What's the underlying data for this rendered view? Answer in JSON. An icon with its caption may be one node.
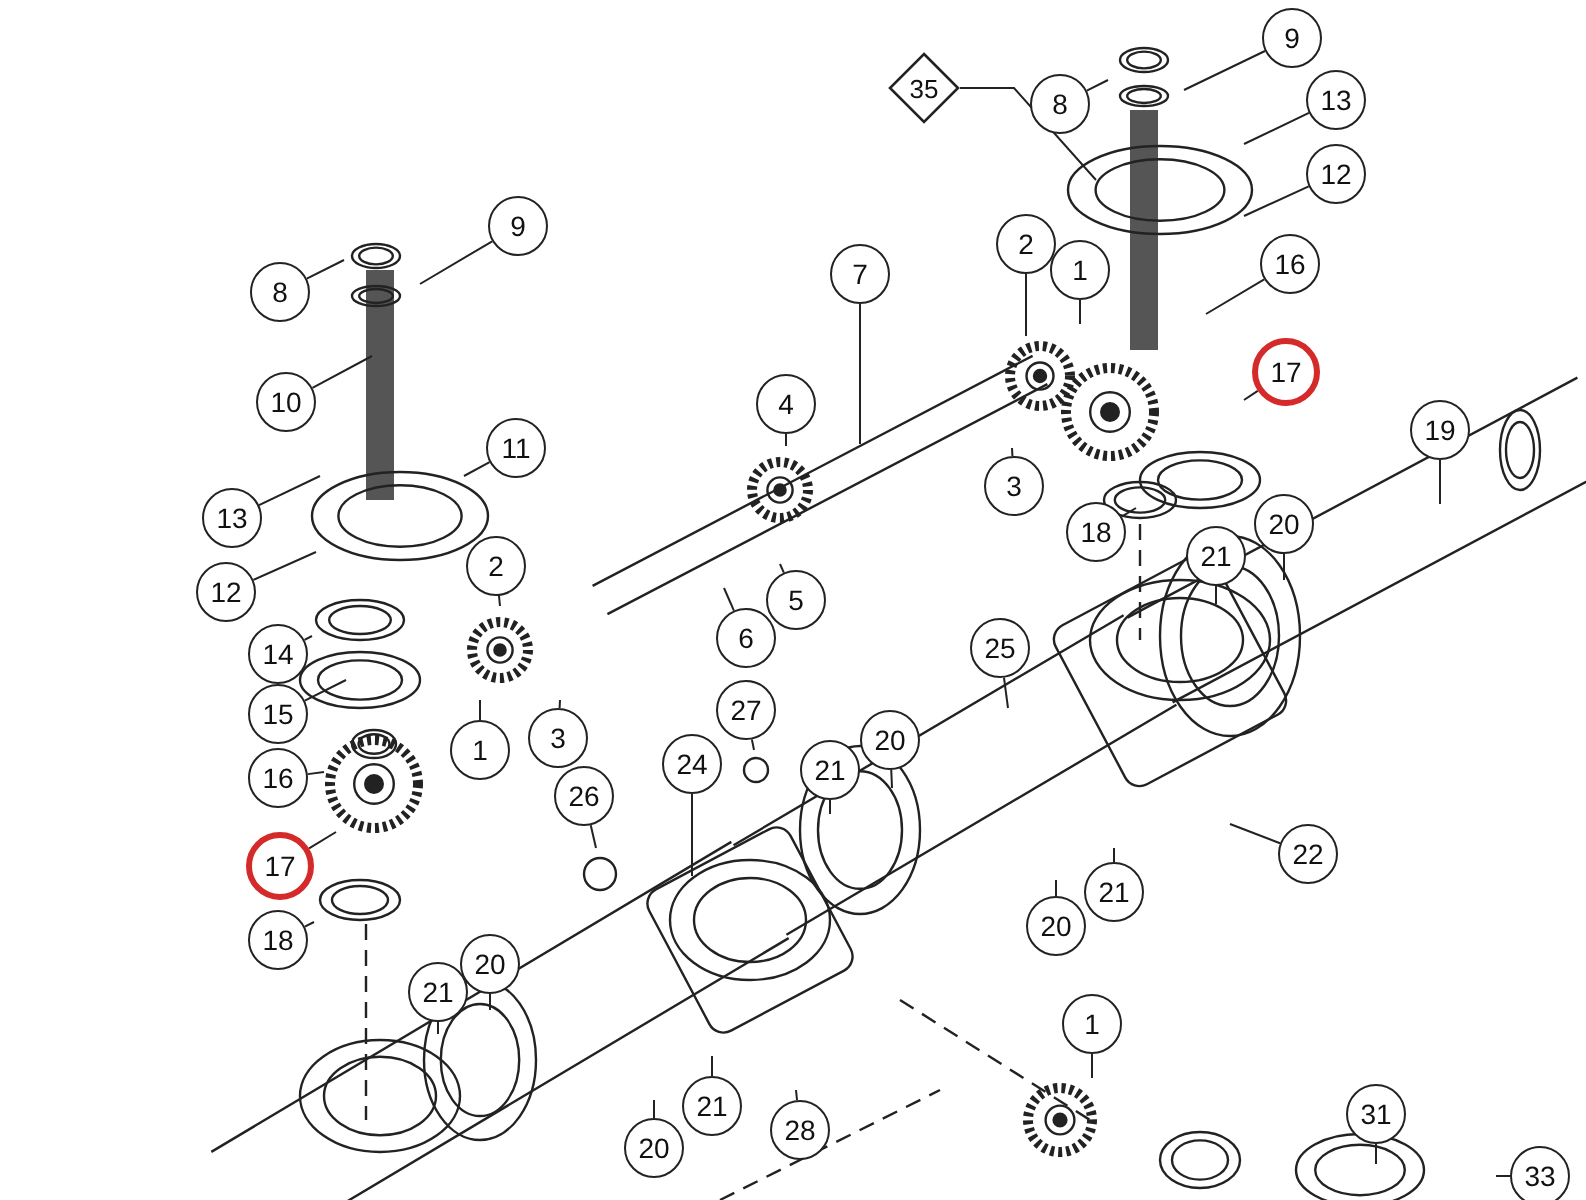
{
  "diagram": {
    "nodes": [
      {
        "text": [
          "9"
        ]
      },
      {
        "text": [
          "8"
        ]
      },
      {
        "text": [
          "35"
        ]
      },
      {
        "text": [
          "13"
        ]
      },
      {
        "text": [
          "12"
        ]
      },
      {
        "text": [
          "9"
        ]
      },
      {
        "text": [
          "2"
        ]
      },
      {
        "text": [
          "16"
        ]
      },
      {
        "text": [
          "1"
        ]
      },
      {
        "text": [
          "7"
        ]
      },
      {
        "text": [
          "8"
        ]
      },
      {
        "text": [
          "17"
        ]
      },
      {
        "text": [
          "10"
        ]
      },
      {
        "text": [
          "4"
        ]
      },
      {
        "text": [
          "19"
        ]
      },
      {
        "text": [
          "11"
        ]
      },
      {
        "text": [
          "3"
        ]
      },
      {
        "text": [
          "13"
        ]
      },
      {
        "text": [
          "20"
        ]
      },
      {
        "text": [
          "18"
        ]
      },
      {
        "text": [
          "21"
        ]
      },
      {
        "text": [
          "2"
        ]
      },
      {
        "text": [
          "12"
        ]
      },
      {
        "text": [
          "5"
        ]
      },
      {
        "text": [
          "6"
        ]
      },
      {
        "text": [
          "14"
        ]
      },
      {
        "text": [
          "25"
        ]
      },
      {
        "text": [
          "27"
        ]
      },
      {
        "text": [
          "15"
        ]
      },
      {
        "text": [
          "3"
        ]
      },
      {
        "text": [
          "20"
        ]
      },
      {
        "text": [
          "1"
        ]
      },
      {
        "text": [
          "24"
        ]
      },
      {
        "text": [
          "21"
        ]
      },
      {
        "text": [
          "16"
        ]
      },
      {
        "text": [
          "26"
        ]
      },
      {
        "text": [
          "22"
        ]
      },
      {
        "text": [
          "17"
        ]
      },
      {
        "text": [
          "21"
        ]
      },
      {
        "text": [
          "20"
        ]
      },
      {
        "text": [
          "18"
        ]
      },
      {
        "text": [
          "20"
        ]
      },
      {
        "text": [
          "21"
        ]
      },
      {
        "text": [
          "1"
        ]
      },
      {
        "text": [
          "21"
        ]
      },
      {
        "text": [
          "31"
        ]
      },
      {
        "text": [
          "28"
        ]
      },
      {
        "text": [
          "20"
        ]
      },
      {
        "text": [
          "33"
        ]
      }
    ],
    "edges": [
      {
        "from": 0,
        "to": null,
        "arrow": "none"
      },
      {
        "from": 1,
        "to": null,
        "arrow": "none"
      },
      {
        "from": 2,
        "to": null,
        "arrow": "none"
      },
      {
        "from": 3,
        "to": null,
        "arrow": "none"
      },
      {
        "from": 4,
        "to": null,
        "arrow": "none"
      },
      {
        "from": 5,
        "to": null,
        "arrow": "none"
      },
      {
        "from": 6,
        "to": null,
        "arrow": "none"
      },
      {
        "from": 7,
        "to": null,
        "arrow": "none"
      },
      {
        "from": 8,
        "to": null,
        "arrow": "none"
      },
      {
        "from": 9,
        "to": null,
        "arrow": "none"
      },
      {
        "from": 10,
        "to": null,
        "arrow": "none"
      },
      {
        "from": 11,
        "to": null,
        "arrow": "none"
      },
      {
        "from": 12,
        "to": null,
        "arrow": "none"
      },
      {
        "from": 13,
        "to": null,
        "arrow": "none"
      },
      {
        "from": 14,
        "to": null,
        "arrow": "none"
      },
      {
        "from": 15,
        "to": null,
        "arrow": "none"
      },
      {
        "from": 16,
        "to": null,
        "arrow": "none"
      },
      {
        "from": 17,
        "to": null,
        "arrow": "none"
      },
      {
        "from": 18,
        "to": null,
        "arrow": "none"
      },
      {
        "from": 19,
        "to": null,
        "arrow": "none"
      },
      {
        "from": 20,
        "to": null,
        "arrow": "none"
      },
      {
        "from": 21,
        "to": null,
        "arrow": "none"
      },
      {
        "from": 22,
        "to": null,
        "arrow": "none"
      },
      {
        "from": 23,
        "to": null,
        "arrow": "none"
      },
      {
        "from": 24,
        "to": null,
        "arrow": "none"
      },
      {
        "from": 25,
        "to": null,
        "arrow": "none"
      },
      {
        "from": 26,
        "to": null,
        "arrow": "none"
      },
      {
        "from": 27,
        "to": null,
        "arrow": "none"
      },
      {
        "from": 28,
        "to": null,
        "arrow": "none"
      },
      {
        "from": 29,
        "to": null,
        "arrow": "none"
      },
      {
        "from": 30,
        "to": null,
        "arrow": "none"
      },
      {
        "from": 31,
        "to": null,
        "arrow": "none"
      },
      {
        "from": 32,
        "to": null,
        "arrow": "none"
      },
      {
        "from": 33,
        "to": null,
        "arrow": "none"
      },
      {
        "from": 34,
        "to": null,
        "arrow": "none"
      },
      {
        "from": 35,
        "to": null,
        "arrow": "none"
      },
      {
        "from": 36,
        "to": null,
        "arrow": "none"
      },
      {
        "from": 37,
        "to": null,
        "arrow": "none"
      },
      {
        "from": 38,
        "to": null,
        "arrow": "none"
      },
      {
        "from": 39,
        "to": null,
        "arrow": "none"
      },
      {
        "from": 40,
        "to": null,
        "arrow": "none"
      },
      {
        "from": 41,
        "to": null,
        "arrow": "none"
      },
      {
        "from": 42,
        "to": null,
        "arrow": "none"
      },
      {
        "from": 43,
        "to": null,
        "arrow": "none"
      },
      {
        "from": 44,
        "to": null,
        "arrow": "none"
      },
      {
        "from": 45,
        "to": null,
        "arrow": "none"
      },
      {
        "from": 46,
        "to": null,
        "arrow": "none"
      },
      {
        "from": 47,
        "to": null,
        "arrow": "none"
      },
      {
        "from": 48,
        "to": null,
        "arrow": "none"
      }
    ]
  }
}
